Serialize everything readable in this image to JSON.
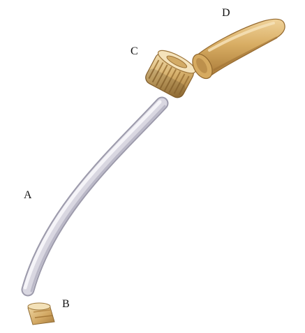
{
  "labels": {
    "a": "A",
    "b": "B",
    "c": "C",
    "d": "D"
  },
  "colors": {
    "background": "#ffffff",
    "tube": "#d9d7e0",
    "tube_highlight": "#f6f6fa",
    "tube_shadow": "#a9a7b6",
    "rubber": "#d9b36e",
    "rubber_dark": "#b58a46",
    "rubber_light": "#f0d7a0",
    "text": "#111111"
  },
  "parts": [
    "tube",
    "end-cap",
    "threaded-collar",
    "rubber-bulb"
  ]
}
